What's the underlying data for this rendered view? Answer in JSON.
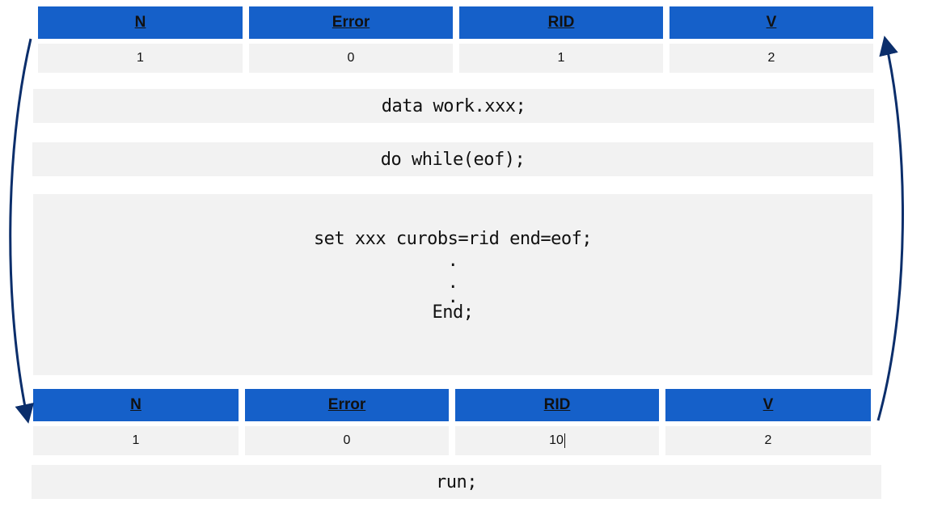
{
  "top_table": {
    "headers": [
      "N",
      "Error",
      "RID",
      "V"
    ],
    "values": [
      "1",
      "0",
      "1",
      "2"
    ]
  },
  "code": {
    "data_stmt": "data work.xxx;",
    "do_stmt": "do while(eof);",
    "set_stmt": "set xxx curobs=rid end=eof;",
    "dot1": ".",
    "dot2": ".",
    "dot3": ".",
    "end_stmt": "End;",
    "run_stmt": "run;"
  },
  "bottom_table": {
    "headers": [
      "N",
      "Error",
      "RID",
      "V"
    ],
    "values": [
      "1",
      "0",
      "10",
      "2"
    ]
  },
  "colors": {
    "header_bg": "#1560c9",
    "cell_bg": "#f2f2f2",
    "arrow": "#0b2e6b"
  }
}
